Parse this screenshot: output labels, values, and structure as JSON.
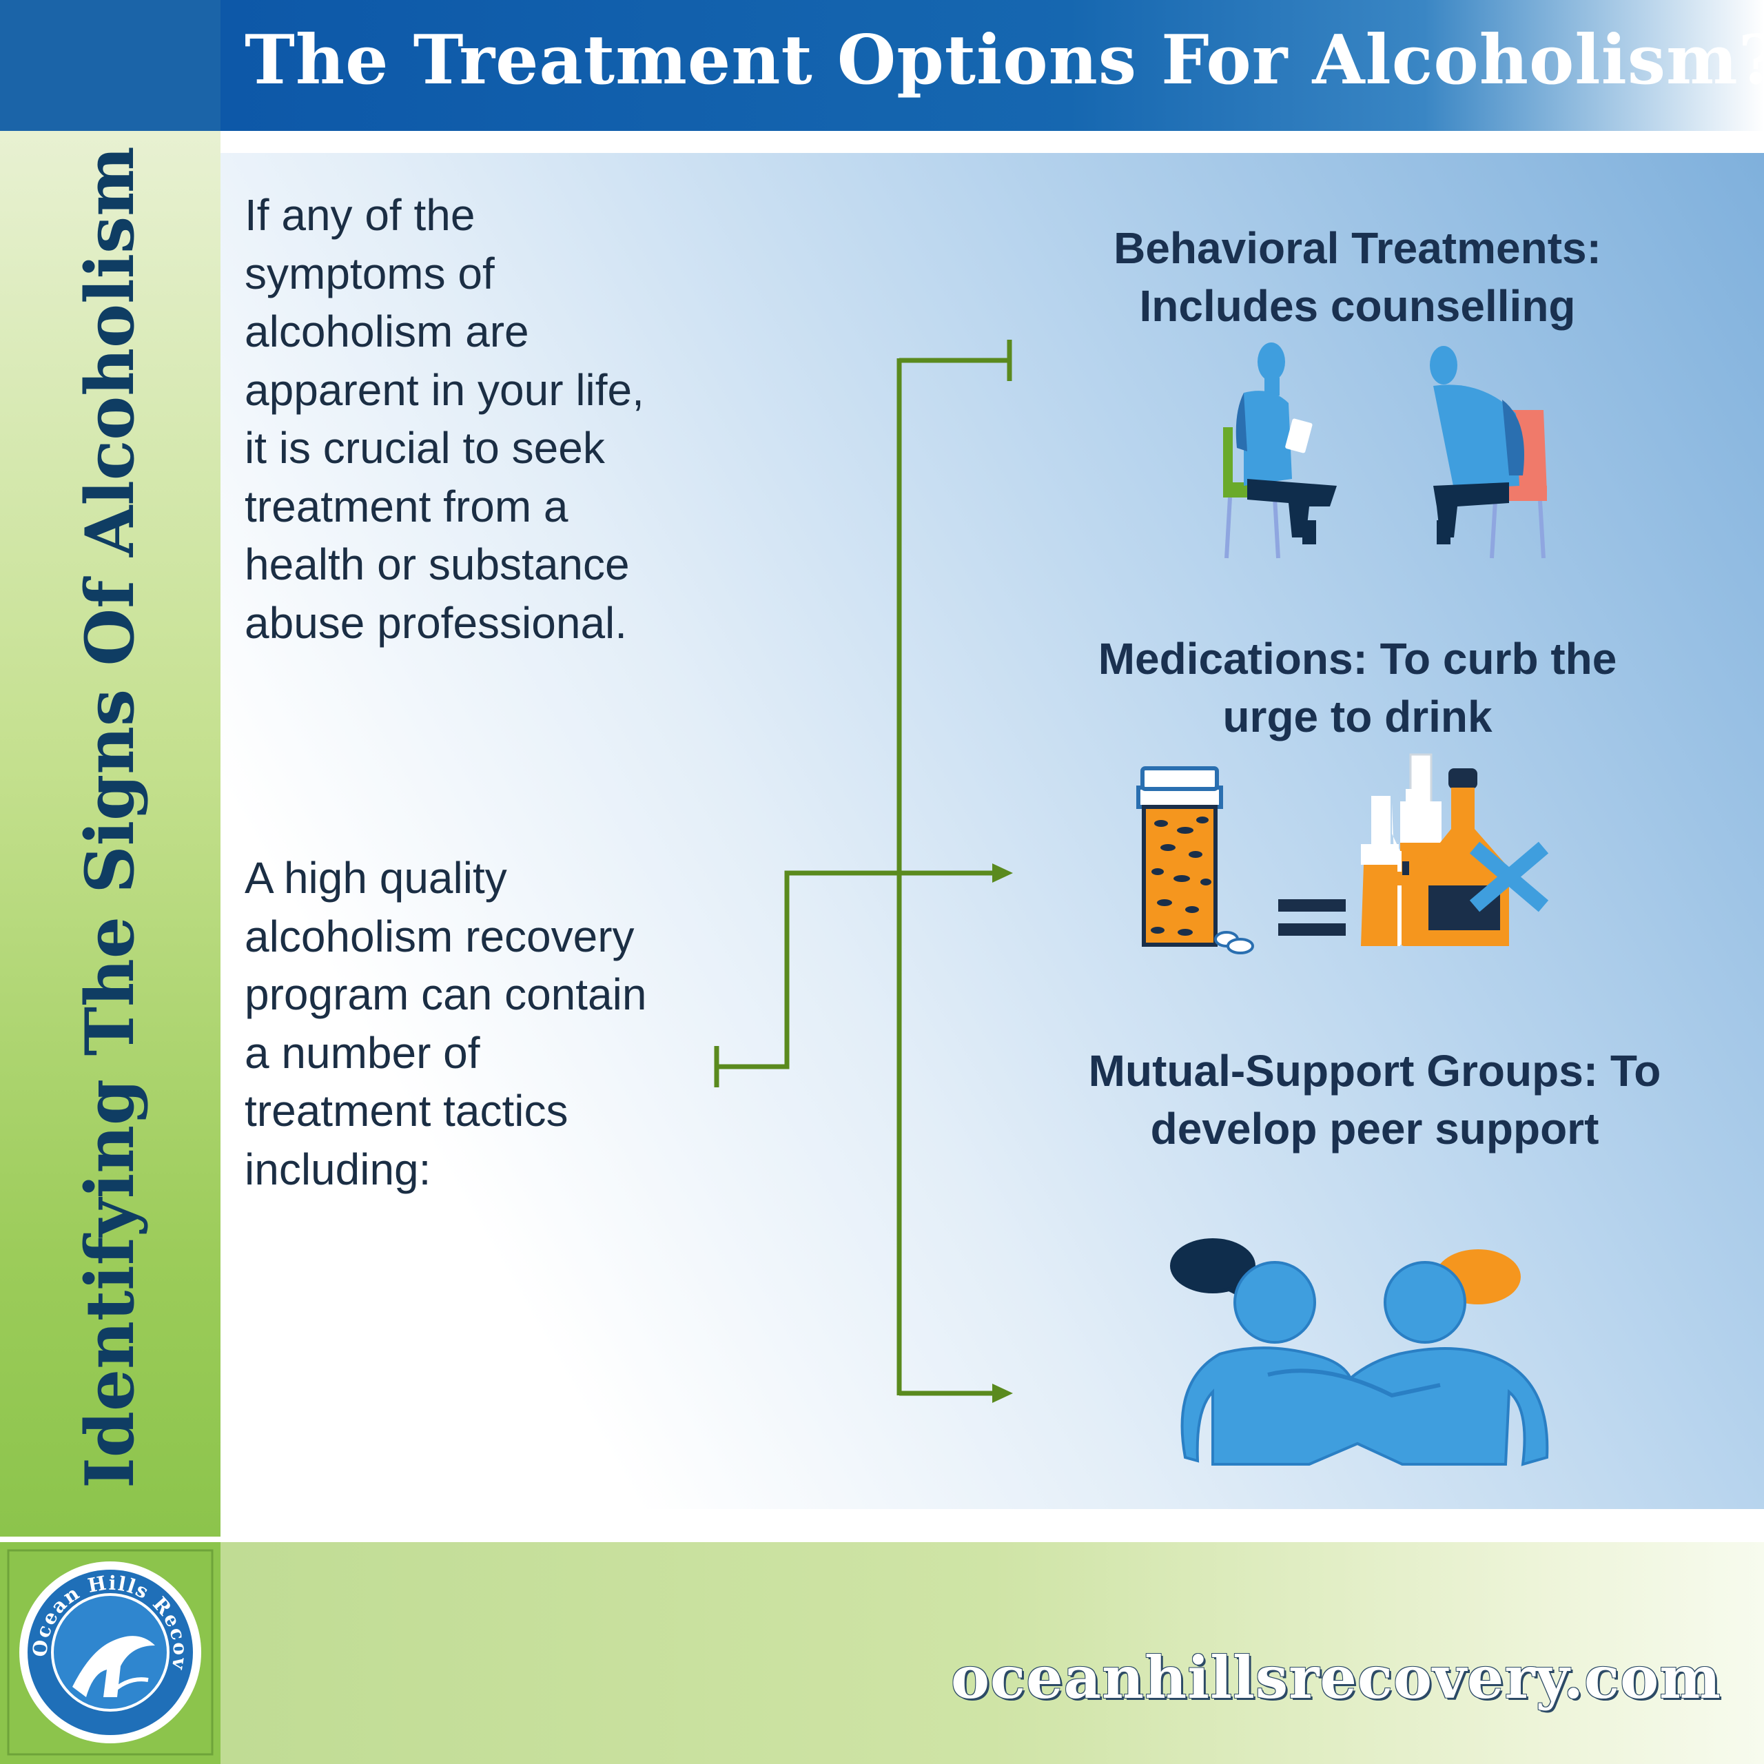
{
  "header": {
    "title": "The Treatment Options For Alcoholism?"
  },
  "sidebar": {
    "title": "Identifying The Signs Of Alcoholism"
  },
  "main": {
    "intro_paragraph": "If any of the symptoms of alcoholism are apparent in your life, it is crucial to seek treatment from a health or substance abuse professional.",
    "program_paragraph": "A high quality alcoholism recovery program can contain a number of treatment tactics including:",
    "options": [
      {
        "heading": "Behavioral Treatments: Includes counselling",
        "icon": "counselling-session-icon"
      },
      {
        "heading": "Medications: To curb the urge to drink",
        "icon": "pills-equals-no-alcohol-icon"
      },
      {
        "heading": "Mutual-Support Groups: To develop peer support",
        "icon": "peer-support-group-icon"
      }
    ]
  },
  "footer": {
    "url": "oceanhillsrecovery.com",
    "logo_text": "Ocean Hills Recovery",
    "logo_icon": "wave-logo-icon"
  },
  "colors": {
    "header_blue": "#1667b0",
    "title_navy": "#0f3d63",
    "connector_green": "#5a8a1e",
    "sidebar_green": "#8cc44c",
    "icon_blue": "#3f9ede",
    "accent_orange": "#f5961e"
  }
}
